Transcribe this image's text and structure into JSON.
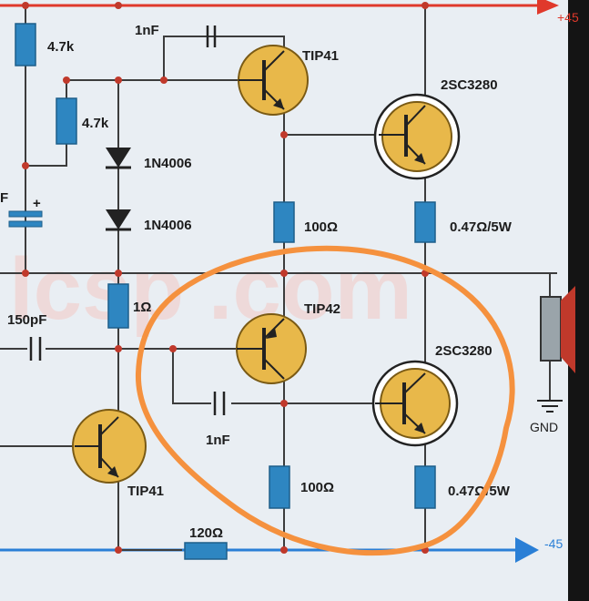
{
  "rails": {
    "positive": "+45",
    "negative": "-45",
    "positive_color": "#e0392b",
    "negative_color": "#2a7fd6"
  },
  "watermark": "lcsp   .com",
  "components": {
    "r_top_left": "4.7k",
    "r_mid_left": "4.7k",
    "c_top": "1nF",
    "q_top_driver": "TIP41",
    "q_top_output": "2SC3280",
    "d1": "1N4006",
    "d2": "1N4006",
    "cap_left_fragment": "F",
    "r_top_emitter": "100Ω",
    "r_top_output": "0.47Ω/5W",
    "r_bias_fragment": "1Ω",
    "c_input": "150pF",
    "q_bot_driver": "TIP42",
    "q_bot_output": "2SC3280",
    "c_bottom": "1nF",
    "r_bot_emitter": "100Ω",
    "r_bot_output": "0.47Ω/5W",
    "q_vas": "TIP41",
    "r_bottom": "120Ω",
    "ground": "GND"
  },
  "colors": {
    "board": "#e9eef3",
    "wire": "#3c3c3c",
    "component_fill": "#2e86c1",
    "transistor_fill": "#e8b84a",
    "node": "#c0392b",
    "highlight": "#f5913e"
  }
}
